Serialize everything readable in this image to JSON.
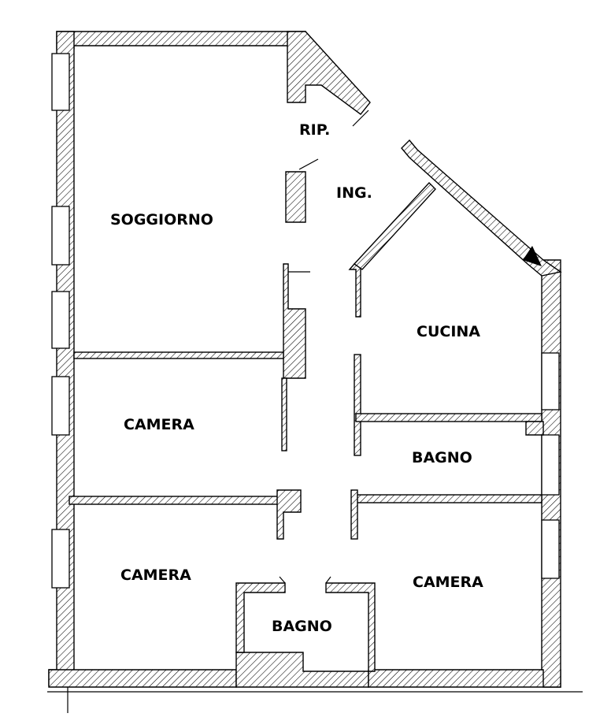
{
  "floor_plan": {
    "rooms": [
      {
        "id": "soggiorno",
        "label": "SOGGIORNO"
      },
      {
        "id": "rip",
        "label": "RIP."
      },
      {
        "id": "ing",
        "label": "ING."
      },
      {
        "id": "cucina",
        "label": "CUCINA"
      },
      {
        "id": "camera-1",
        "label": "CAMERA"
      },
      {
        "id": "bagno-1",
        "label": "BAGNO"
      },
      {
        "id": "camera-2",
        "label": "CAMERA"
      },
      {
        "id": "camera-3",
        "label": "CAMERA"
      },
      {
        "id": "bagno-2",
        "label": "BAGNO"
      }
    ],
    "colors": {
      "ink": "#000000",
      "paper": "#ffffff"
    }
  }
}
